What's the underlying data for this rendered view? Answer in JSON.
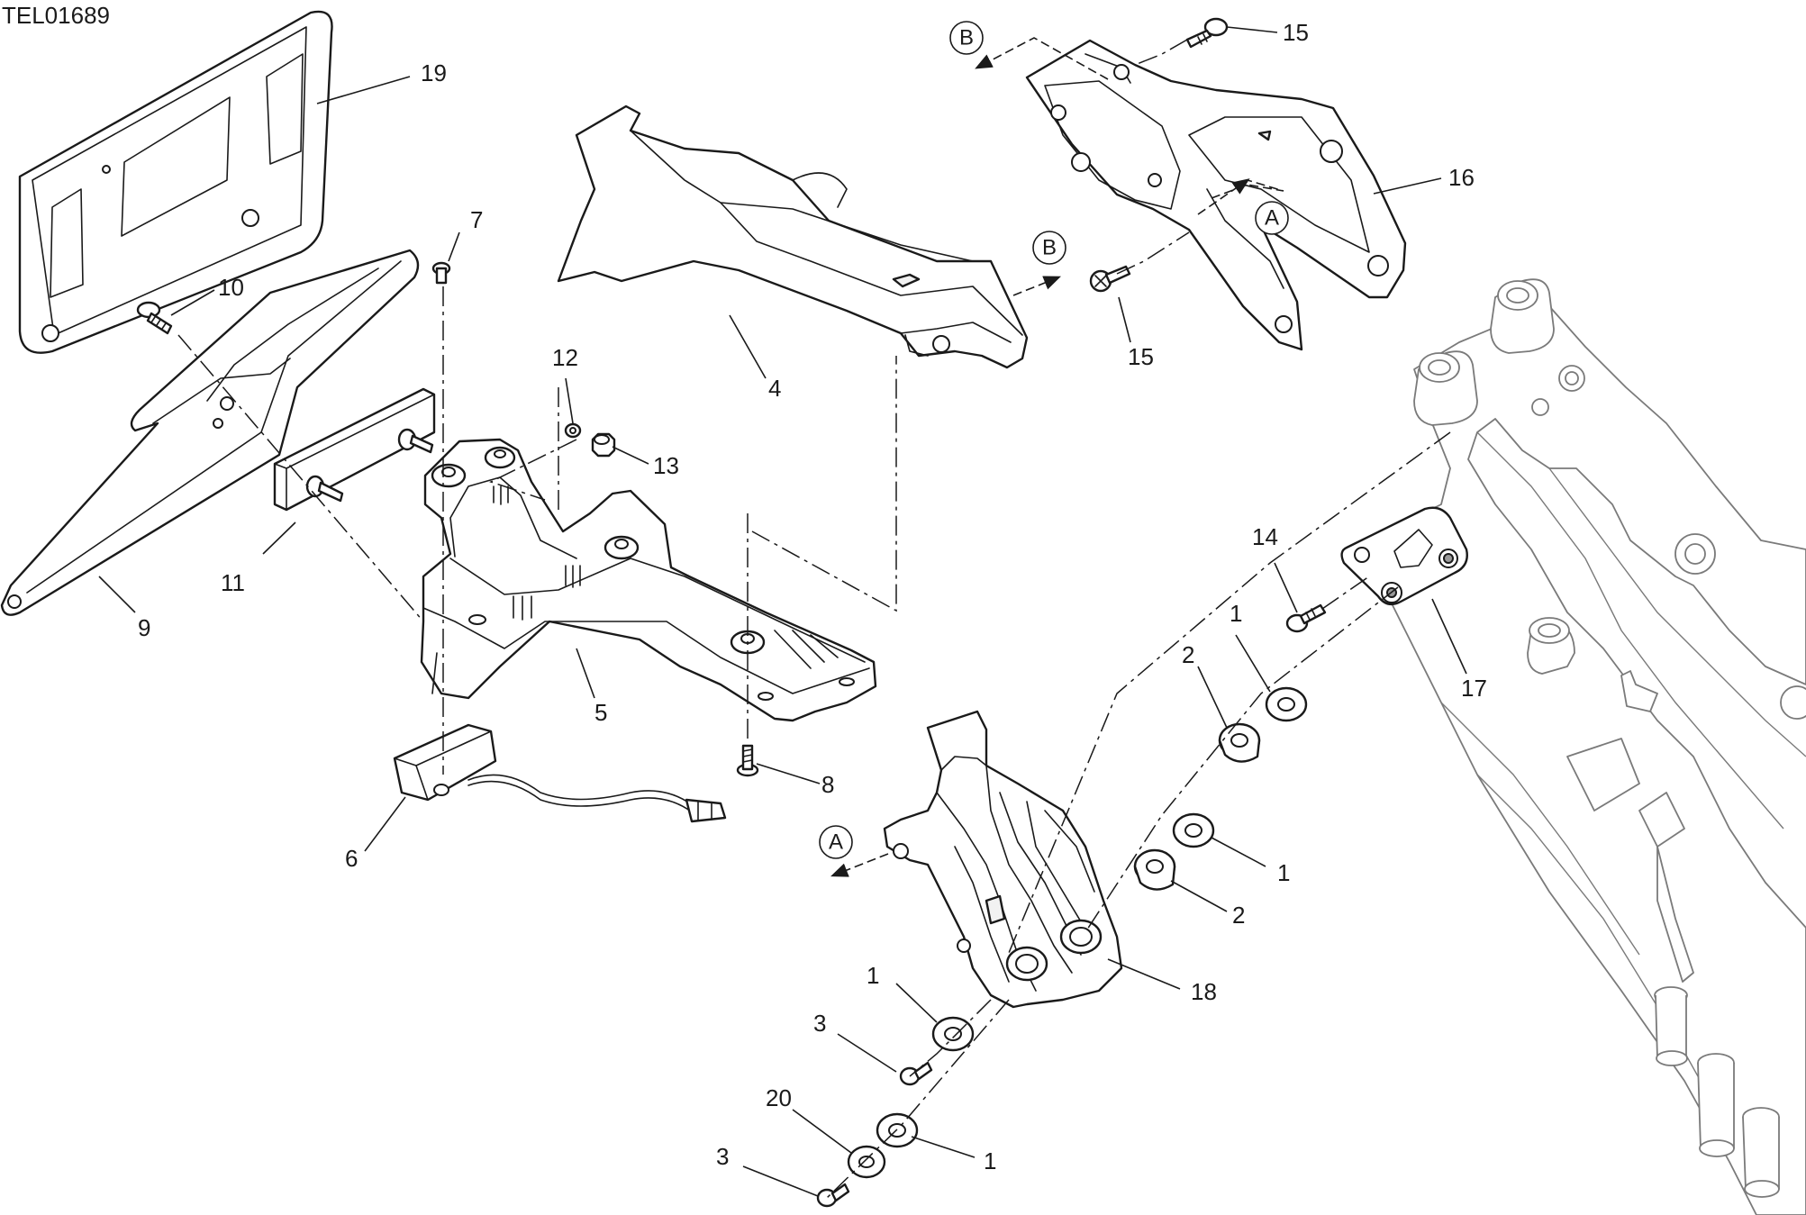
{
  "drawing_code": "TEL01689",
  "colors": {
    "line": "#1a1a1a",
    "frame": "#7a7a7a",
    "background": "#ffffff"
  },
  "callouts": {
    "c19": "19",
    "c10": "10",
    "c7": "7",
    "c9": "9",
    "c11": "11",
    "c12": "12",
    "c13": "13",
    "c5": "5",
    "c4": "4",
    "c6": "6",
    "c8": "8",
    "c15a": "15",
    "c15b": "15",
    "c16": "16",
    "c14": "14",
    "c17": "17",
    "c1a": "1",
    "c2a": "2",
    "c1b": "1",
    "c2b": "2",
    "c18": "18",
    "c1c": "1",
    "c3a": "3",
    "c20": "20",
    "c1d": "1",
    "c3b": "3"
  },
  "references": {
    "ref_b_top": "B",
    "ref_b_mid": "B",
    "ref_a_top": "A",
    "ref_a_low": "A"
  }
}
